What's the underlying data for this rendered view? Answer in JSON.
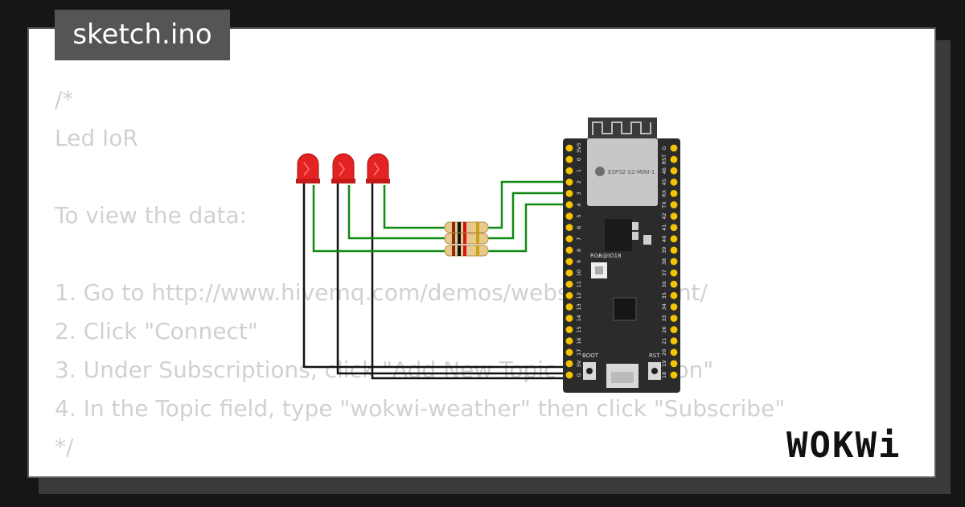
{
  "file_tab": {
    "label": "sketch.ino"
  },
  "code": {
    "lines": [
      "/*",
      "Led IoR",
      "",
      "To view the data:",
      "",
      "1. Go to http://www.hivemq.com/demos/websocket-client/",
      "2. Click \"Connect\"",
      "3. Under Subscriptions, click \"Add New Topic Subscription\"",
      "4. In the Topic field, type \"wokwi-weather\" then click \"Subscribe\"",
      "*/"
    ]
  },
  "board": {
    "module_label": "ESP32-S2-MINI-1",
    "rgb_label": "RGB@IO18",
    "boot_label": "BOOT",
    "rst_label": "RST",
    "left_pins": [
      "3V3",
      "0",
      "1",
      "2",
      "3",
      "4",
      "5",
      "6",
      "7",
      "8",
      "9",
      "10",
      "11",
      "12",
      "13",
      "14",
      "15",
      "16",
      "17",
      "5V",
      "G"
    ],
    "right_pins": [
      "G",
      "RST",
      "46",
      "45",
      "RX",
      "TX",
      "42",
      "41",
      "40",
      "39",
      "38",
      "37",
      "36",
      "35",
      "34",
      "33",
      "26",
      "21",
      "20",
      "19",
      "18"
    ]
  },
  "logo": {
    "text": "WOKWi"
  },
  "colors": {
    "background": "#161616",
    "card": "#ffffff",
    "tab": "#555555",
    "code_text": "#d1d1d1",
    "board": "#2b2b2b",
    "pin": "#f5c400",
    "led": "#e02020",
    "wire_green": "#118a11",
    "wire_black": "#111111"
  }
}
